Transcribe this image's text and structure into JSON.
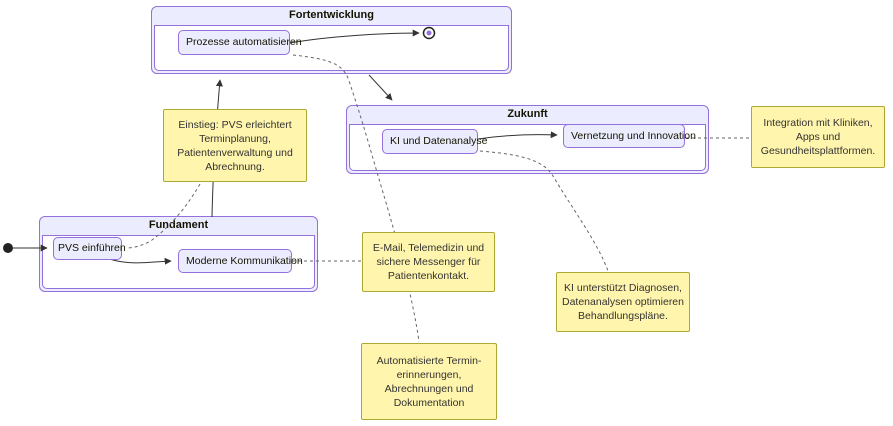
{
  "diagram_type": "state-diagram",
  "colors": {
    "container_fill": "#ECECFF",
    "container_border": "#9370DB",
    "body_fill": "#FFFFFF",
    "note_fill": "#FFF5AD",
    "note_border": "#AAAA33",
    "edge_color": "#333333",
    "note_link_color": "#666666",
    "end_state_inner": "#9370DB",
    "start_state": "#222222"
  },
  "containers": [
    {
      "title": "Fortentwicklung",
      "states": [
        {
          "label": "Prozesse automatisieren"
        }
      ]
    },
    {
      "title": "Zukunft",
      "states": [
        {
          "label": "KI und Datenanalyse"
        },
        {
          "label": "Vernetzung und Innovation"
        }
      ]
    },
    {
      "title": "Fundament",
      "states": [
        {
          "label": "PVS einführen"
        },
        {
          "label": "Moderne Kommunikation"
        }
      ]
    }
  ],
  "notes": [
    {
      "id": "note-einstieg",
      "attached_to": "PVS einführen",
      "lines": [
        "Einstieg: PVS erleichtert",
        "Terminplanung,",
        "Patientenverwaltung und",
        "Abrechnung."
      ]
    },
    {
      "id": "note-email",
      "attached_to": "Moderne Kommunikation",
      "lines": [
        "E-Mail, Telemedizin und",
        "sichere Messenger für",
        "Patientenkontakt."
      ]
    },
    {
      "id": "note-automatisierte",
      "attached_to": "Prozesse automatisieren",
      "lines": [
        "Automatisierte Termin-",
        "erinnerungen,",
        "Abrechnungen und",
        "Dokumentation"
      ]
    },
    {
      "id": "note-ki",
      "attached_to": "KI und Datenanalyse",
      "lines": [
        "KI unterstützt Diagnosen,",
        "Datenanalysen optimieren",
        "Behandlungspläne."
      ]
    },
    {
      "id": "note-integration",
      "attached_to": "Vernetzung und Innovation",
      "lines": [
        "Integration mit Kliniken,",
        "Apps und",
        "Gesundheitsplattformen."
      ]
    }
  ],
  "edges": [
    {
      "from": "start",
      "to": "PVS einführen",
      "style": "solid-arrow"
    },
    {
      "from": "PVS einführen",
      "to": "Moderne Kommunikation",
      "style": "solid-arrow"
    },
    {
      "from": "Fundament",
      "to": "Fortentwicklung",
      "style": "solid-arrow"
    },
    {
      "from": "Prozesse automatisieren",
      "to": "end",
      "style": "solid-arrow"
    },
    {
      "from": "Fortentwicklung",
      "to": "Zukunft",
      "style": "solid-arrow"
    },
    {
      "from": "KI und Datenanalyse",
      "to": "Vernetzung und Innovation",
      "style": "solid-arrow"
    },
    {
      "from": "PVS einführen",
      "to": "note-einstieg",
      "style": "dashed"
    },
    {
      "from": "Moderne Kommunikation",
      "to": "note-email",
      "style": "dashed"
    },
    {
      "from": "Prozesse automatisieren",
      "to": "note-automatisierte",
      "style": "dashed"
    },
    {
      "from": "KI und Datenanalyse",
      "to": "note-ki",
      "style": "dashed"
    },
    {
      "from": "Vernetzung und Innovation",
      "to": "note-integration",
      "style": "dashed"
    }
  ]
}
